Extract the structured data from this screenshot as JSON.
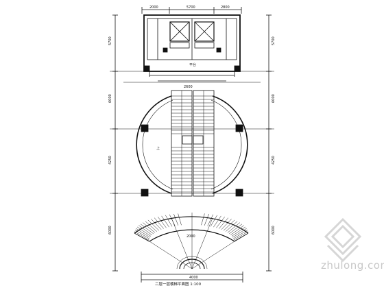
{
  "title": "二层一层楼梯平面图 1:100",
  "labels": {
    "top_dims": [
      "2000",
      "5700",
      "2800"
    ],
    "side_left": [
      "5700",
      "6000",
      "4250",
      "6000"
    ],
    "side_right": [
      "5700",
      "6000",
      "4250",
      "6000"
    ],
    "bottom_dim": "4000",
    "stair_width": "2600",
    "landing": "平台",
    "up": "上",
    "center_dim": "2000"
  },
  "watermark": {
    "text": "zhulong.com",
    "color": "#c8c8c8"
  }
}
